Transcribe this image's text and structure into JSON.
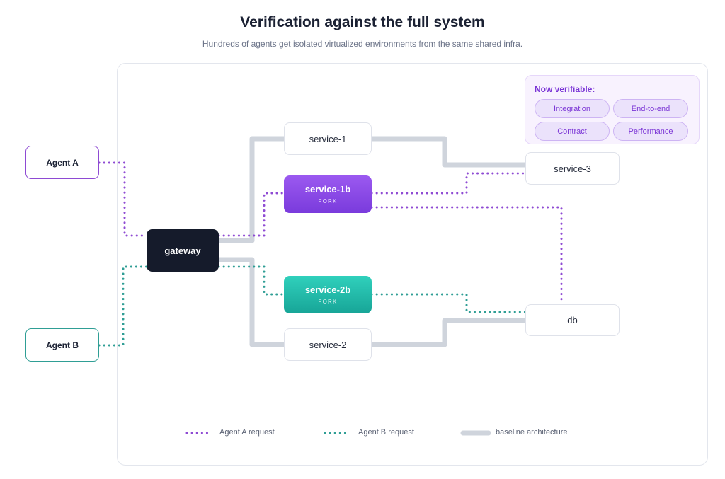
{
  "title": "Verification against the full system",
  "subtitle": "Hundreds of agents get isolated virtualized environments from the same shared infra.",
  "nodes": {
    "agent_a": "Agent A",
    "agent_b": "Agent B",
    "gateway": "gateway",
    "service_1": "service-1",
    "service_1b": "service-1b",
    "service_2b": "service-2b",
    "service_2": "service-2",
    "service_3": "service-3",
    "db": "db",
    "fork_tag": "FORK"
  },
  "verifiable": {
    "title": "Now verifiable:",
    "items": [
      "Integration",
      "End-to-end",
      "Contract",
      "Performance"
    ]
  },
  "legend": {
    "agent_a": "Agent A request",
    "agent_b": "Agent B request",
    "baseline": "baseline architecture"
  },
  "colors": {
    "agent_a": "#8e4ad3",
    "agent_b": "#2f9e95",
    "baseline": "#cfd4dc",
    "gateway": "#151b2b"
  }
}
